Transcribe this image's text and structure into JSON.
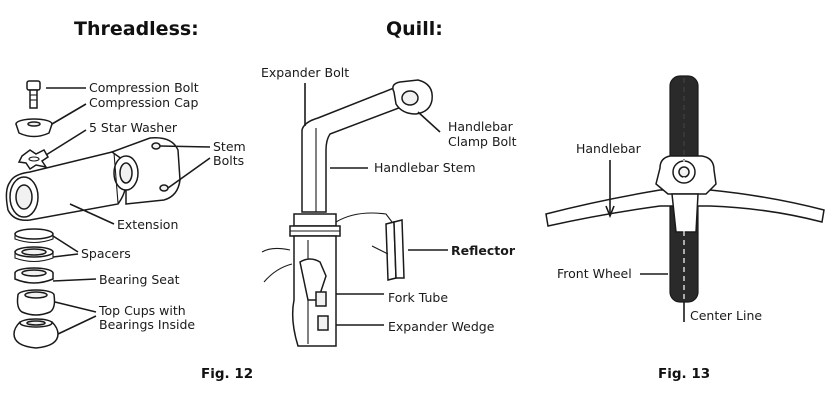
{
  "headings": {
    "threadless": "Threadless:",
    "quill": "Quill:"
  },
  "threadless_labels": {
    "compression_bolt": "Compression Bolt",
    "compression_cap": "Compression Cap",
    "star_washer": "5 Star Washer",
    "stem_bolts_1": "Stem",
    "stem_bolts_2": "Bolts",
    "extension": "Extension",
    "spacers": "Spacers",
    "bearing_seat": "Bearing Seat",
    "top_cups_1": "Top Cups with",
    "top_cups_2": "Bearings Inside"
  },
  "quill_labels": {
    "expander_bolt": "Expander Bolt",
    "clamp_bolt_1": "Handlebar",
    "clamp_bolt_2": "Clamp Bolt",
    "handlebar_stem": "Handlebar Stem",
    "reflector": "Reflector",
    "fork_tube": "Fork Tube",
    "expander_wedge": "Expander Wedge"
  },
  "fig13_labels": {
    "handlebar": "Handlebar",
    "front_wheel": "Front Wheel",
    "center_line": "Center Line"
  },
  "captions": {
    "fig12": "Fig. 12",
    "fig13": "Fig. 13"
  },
  "colors": {
    "ink": "#1a1a1a",
    "tire": "#2a2a2a",
    "background": "#ffffff"
  }
}
